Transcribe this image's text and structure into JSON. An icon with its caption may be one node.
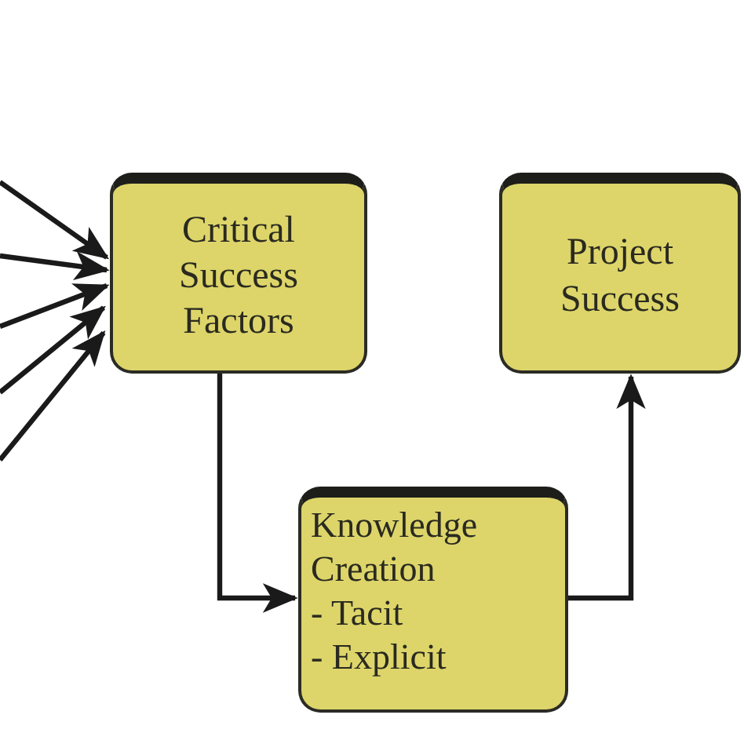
{
  "diagram": {
    "nodes": [
      {
        "text": [
          "Critical Success Factors"
        ]
      },
      {
        "text": [
          "Project Success"
        ]
      },
      {
        "text": [
          "Knowledge Creation",
          "- Tacit",
          "- Explicit"
        ]
      }
    ],
    "edges": [
      {
        "from": null,
        "to": 0,
        "arrow": "to"
      },
      {
        "from": null,
        "to": 0,
        "arrow": "to"
      },
      {
        "from": null,
        "to": 0,
        "arrow": "to"
      },
      {
        "from": null,
        "to": 0,
        "arrow": "to"
      },
      {
        "from": null,
        "to": 0,
        "arrow": "to"
      },
      {
        "from": 0,
        "to": 2,
        "arrow": "to"
      },
      {
        "from": 2,
        "to": 1,
        "arrow": "to"
      }
    ]
  }
}
